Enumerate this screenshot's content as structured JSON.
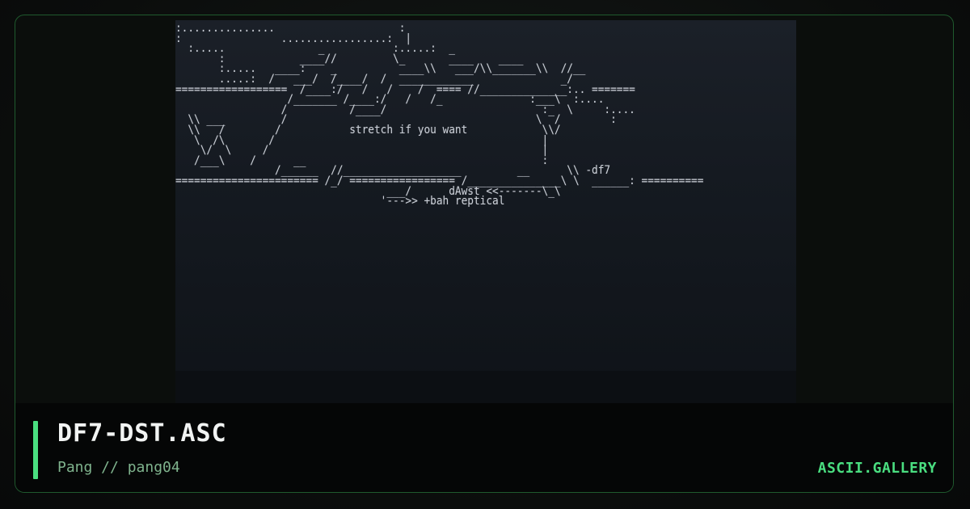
{
  "artwork": {
    "ascii": ":...............                    :\n:                .................:  |\n  :.....               _           :.....:  _\n       :            ____//         \\_       ____    ____\n       :.....   ____:    _          ____\\\\   ___/\\\\_______\\\\  //__\n       .....:  /   ___/  /____/  /  ____________              _/\n==================  /____:/   /   /    /  ==== //______________:.. =======\n                  /_______ /____:/   /   /_              :___\\  :....\n                 /          /____/                         :_  \\     :....\n  \\\\ ___         /                                        \\  /        :\n  \\\\   /        /           stretch if you want            \\\\/\n   \\  /\\       /                                           |\n    \\/  \\     /                                            |\n   /___\\    /      __                                      :\n                /______  //___________________         __      \\\\ -df7\n======================= /_/ ================= /_______________\\ \\  ______: ==========\n                                  ___/      dAwst <<-------\\_\\\n                                 '--->> +bah reptical"
  },
  "footer": {
    "title": "DF7-DST.ASC",
    "subtitle": "Pang // pang04",
    "brand": "ASCII.GALLERY"
  },
  "colors": {
    "accent": "#4ade80",
    "border": "#1f5a2e",
    "art_bg": "#1b2028",
    "art_text": "#c9ced6"
  }
}
